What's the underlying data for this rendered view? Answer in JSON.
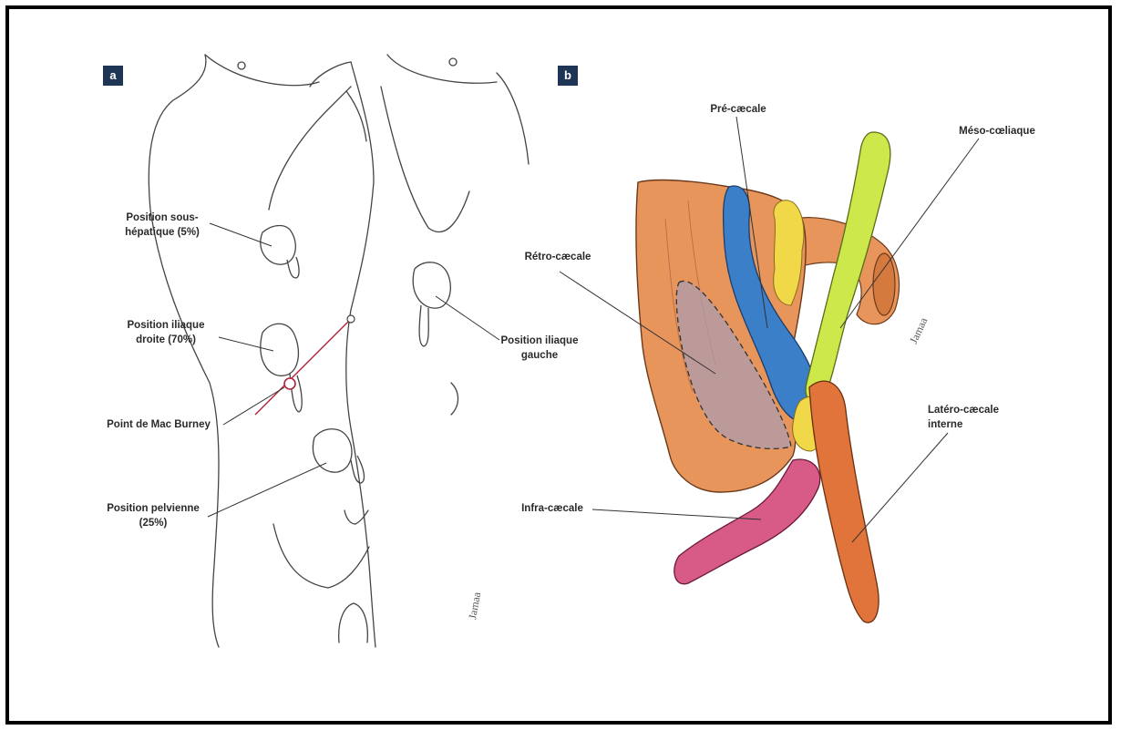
{
  "panels": {
    "a": "a",
    "b": "b"
  },
  "panel_a_labels": {
    "sub_hepatic": "Position sous-\nhépatique (5%)",
    "right_iliac": "Position iliaque\ndroite (70%)",
    "mac_burney": "Point de Mac Burney",
    "pelvic": "Position pelvienne\n(25%)",
    "left_iliac": "Position iliaque\ngauche"
  },
  "panel_b_labels": {
    "pre_caecal": "Pré-cæcale",
    "meso_coeliac": "Méso-cœliaque",
    "retro_caecal": "Rétro-cæcale",
    "latero_caecal": "Latéro-cæcale\ninterne",
    "infra_caecal": "Infra-cæcale"
  },
  "colors": {
    "caecum": "#e8955c",
    "pre_caecal": "#3a7fc8",
    "meso_coeliac": "#cde84a",
    "retro_caecal": "#a99cb5",
    "infra_caecal": "#d85a86",
    "latero_caecal": "#e0743a",
    "fat": "#f0d848"
  }
}
